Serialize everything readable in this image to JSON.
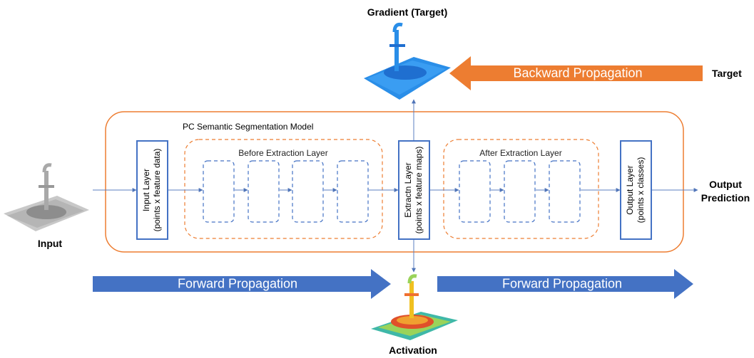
{
  "images": {
    "input_icon": "grey-point-cloud-icon",
    "gradient_icon": "blue-point-cloud-icon",
    "activation_icon": "heatmap-point-cloud-icon"
  },
  "labels": {
    "input": "Input",
    "gradient_target": "Gradient (Target)",
    "activation": "Activation",
    "target": "Target",
    "output_prediction_line1": "Output",
    "output_prediction_line2": "Prediction"
  },
  "model": {
    "title": "PC Semantic Segmentation Model",
    "before_group": "Before Extraction Layer",
    "after_group": "After Extraction Layer",
    "input_layer_line1": "Input Layer",
    "input_layer_line2": "(points x feature data)",
    "extract_layer_line1": "Extractn Layer",
    "extract_layer_line2": "(points x feature maps)",
    "output_layer_line1": "Output Layer",
    "output_layer_line2": "(points x classes)"
  },
  "arrows": {
    "backward": "Backward Propagation",
    "forward_left": "Forward Propagation",
    "forward_right": "Forward Propagation"
  },
  "colors": {
    "model_border": "#ed7d31",
    "layer_border": "#4472c4",
    "connector": "#5b7fc0",
    "forward_fill": "#4472c4",
    "backward_fill": "#ed7d31"
  }
}
